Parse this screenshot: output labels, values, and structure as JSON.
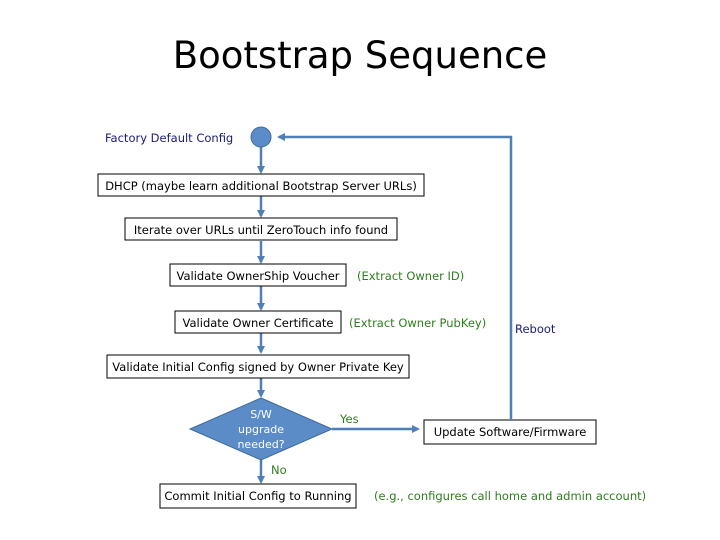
{
  "title": "Bootstrap Sequence",
  "start_label": "Factory Default Config",
  "steps": [
    "DHCP (maybe learn additional Bootstrap Server URLs)",
    "Iterate over URLs until ZeroTouch info found",
    "Validate OwnerShip Voucher",
    "Validate Owner Certificate",
    "Validate Initial Config signed by Owner Private Key"
  ],
  "side_notes": {
    "voucher": "(Extract Owner ID)",
    "certificate": "(Extract Owner PubKey)"
  },
  "decision": {
    "lines": [
      "S/W",
      "upgrade",
      "needed?"
    ],
    "yes_label": "Yes",
    "no_label": "No"
  },
  "update_box": "Update Software/Firmware",
  "reboot_label": "Reboot",
  "commit_box": "Commit Initial Config to Running",
  "commit_note": "(e.g., configures call home and admin account)",
  "colors": {
    "arrow": "#4f7fb5",
    "start_node": "#5b8cc8",
    "decision_fill": "#5b8cc8",
    "note_green": "#2e7d1e",
    "label_blue": "#1f1f8f"
  }
}
